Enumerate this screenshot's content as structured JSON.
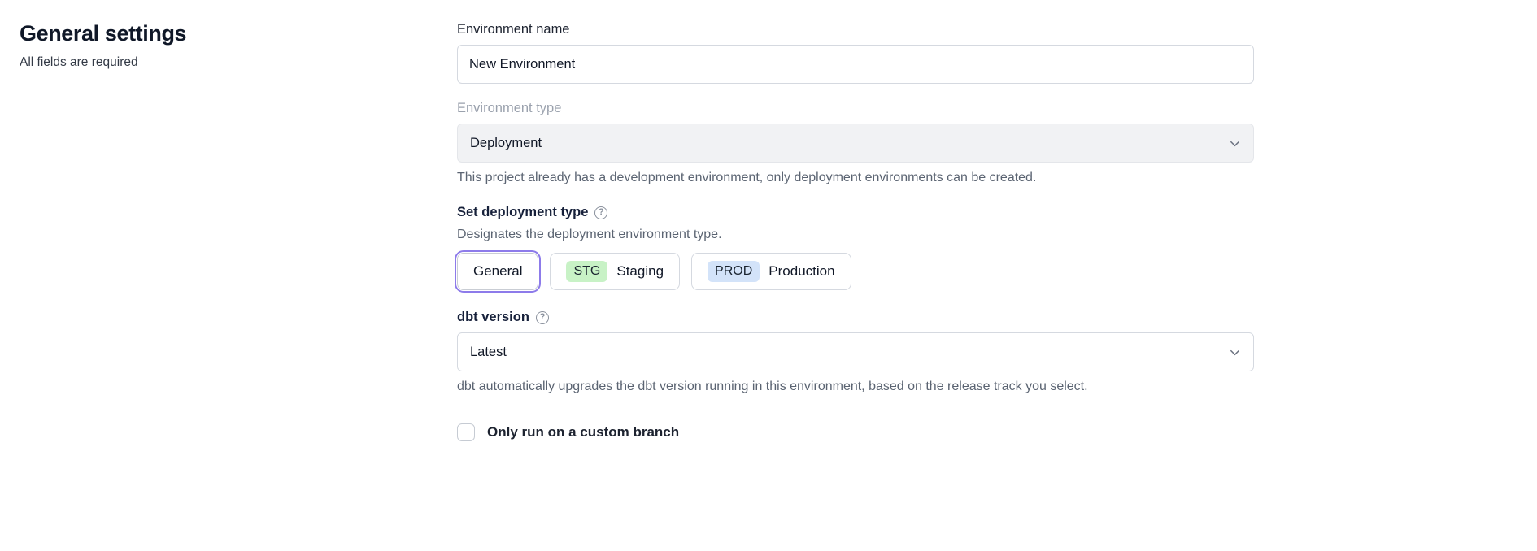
{
  "page": {
    "title": "General settings",
    "subtitle": "All fields are required"
  },
  "form": {
    "environment_name": {
      "label": "Environment name",
      "value": "New Environment"
    },
    "environment_type": {
      "label": "Environment type",
      "value": "Deployment",
      "disabled": true,
      "helper": "This project already has a development environment, only deployment environments can be created."
    },
    "deployment_type": {
      "label": "Set deployment type",
      "description": "Designates the deployment environment type.",
      "options": [
        {
          "label": "General",
          "selected": true
        },
        {
          "badge": "STG",
          "label": "Staging",
          "badge_bg": "#c8f2c6",
          "selected": false
        },
        {
          "badge": "PROD",
          "label": "Production",
          "badge_bg": "#d3e3f9",
          "selected": false
        }
      ]
    },
    "dbt_version": {
      "label": "dbt version",
      "value": "Latest",
      "helper": "dbt automatically upgrades the dbt version running in this environment, based on the release track you select."
    },
    "custom_branch": {
      "label": "Only run on a custom branch",
      "checked": false
    }
  },
  "icons": {
    "help": "?"
  },
  "colors": {
    "selected_ring": "#8d7bea",
    "stg_badge_bg": "#c8f2c6",
    "prod_badge_bg": "#d3e3f9"
  }
}
